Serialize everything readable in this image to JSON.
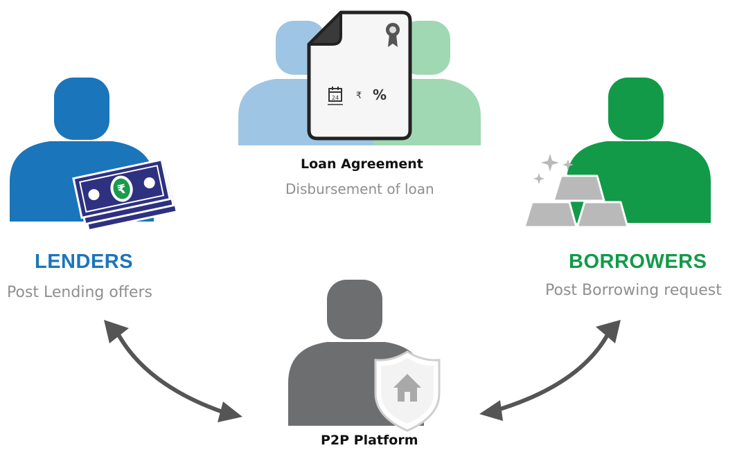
{
  "lenders": {
    "title": "LENDERS",
    "subtitle": "Post Lending offers",
    "color": "#1b75bb"
  },
  "borrowers": {
    "title": "BORROWERS",
    "subtitle": "Post Borrowing request",
    "color": "#129a48"
  },
  "agreement": {
    "title": "Loan Agreement",
    "subtitle": "Disbursement of loan",
    "symbols": {
      "calendar_day": "24",
      "currency": "₹",
      "percent": "%"
    }
  },
  "platform": {
    "title": "P2P Platform",
    "color": "#6d6e70"
  },
  "icons": [
    "person-icon",
    "money-stack-icon",
    "document-icon",
    "award-seal-icon",
    "calendar-icon",
    "gold-bars-icon",
    "sparkle-icon",
    "shield-icon",
    "house-icon",
    "double-arrow-icon"
  ]
}
